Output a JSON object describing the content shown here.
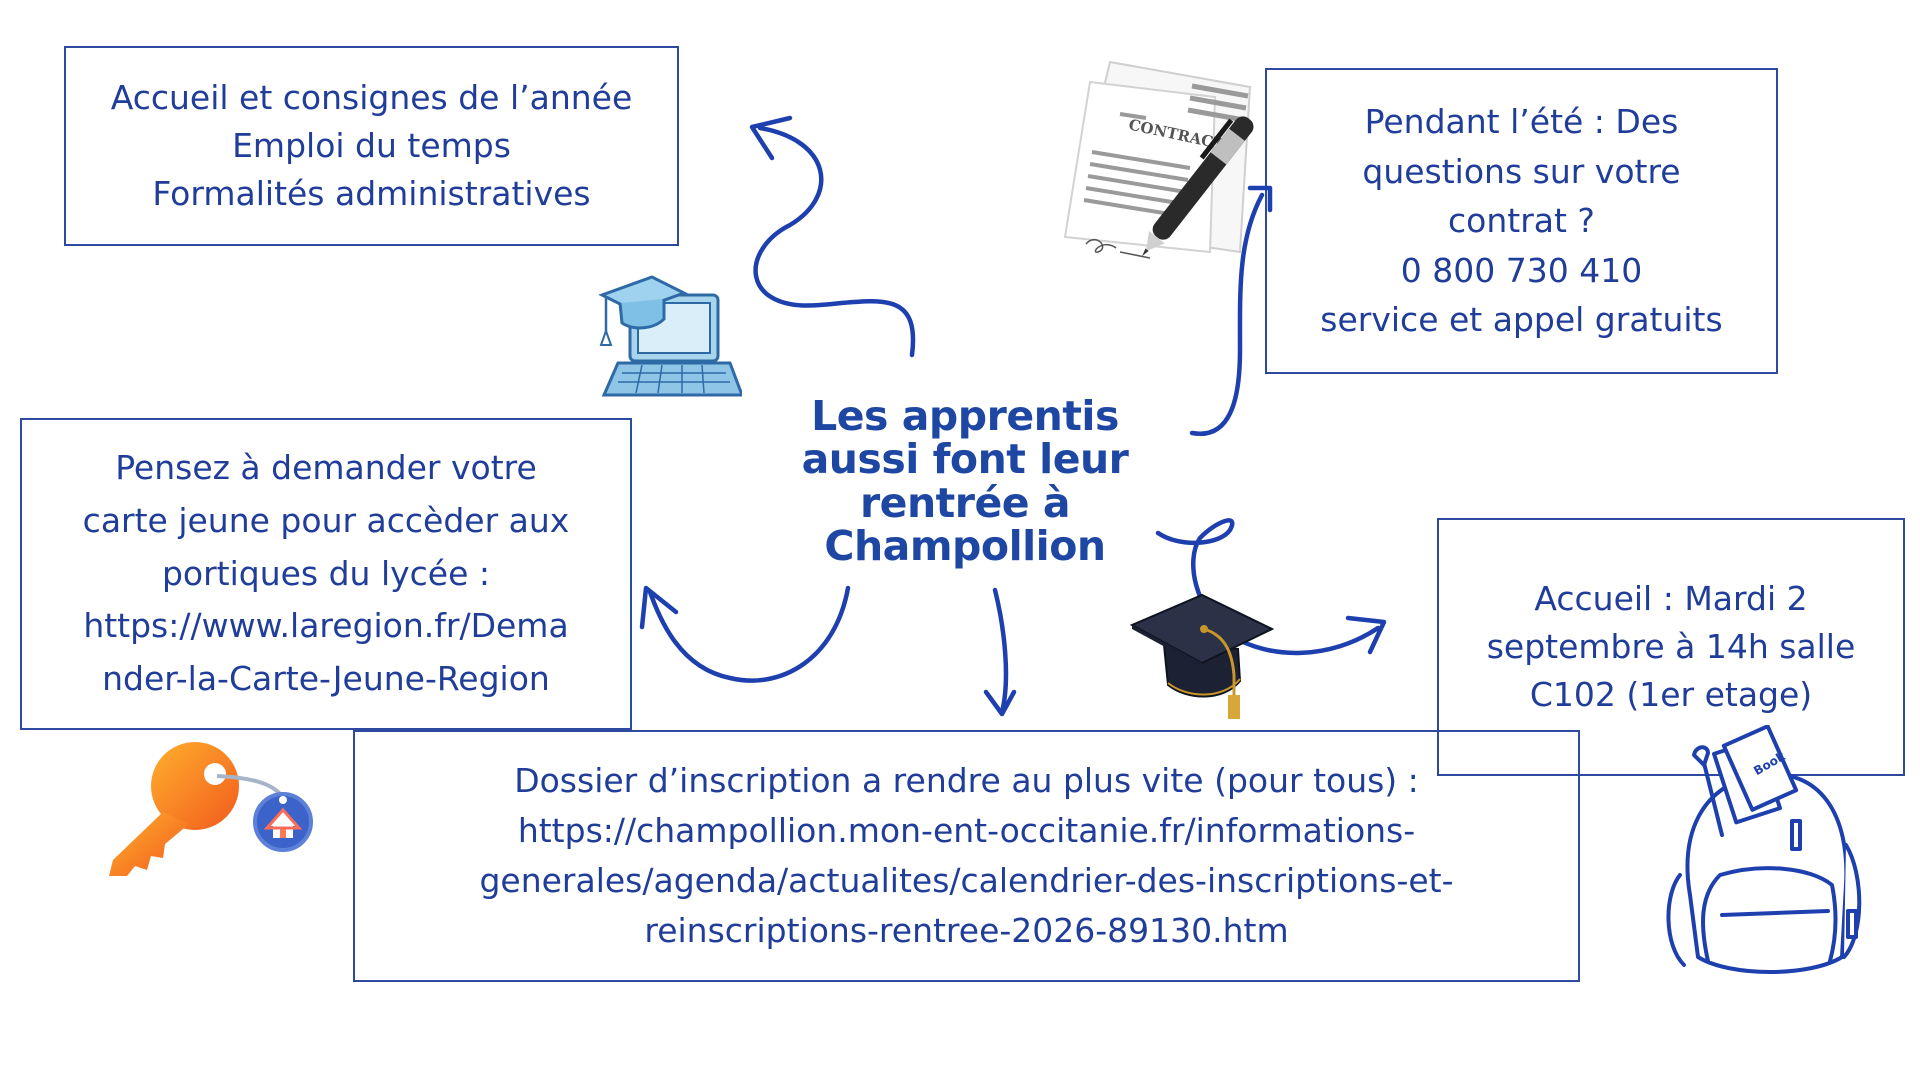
{
  "title": {
    "lines": [
      "Les apprentis",
      "aussi font leur",
      "rentrée à",
      "Champollion"
    ]
  },
  "box_top_left": {
    "lines": [
      "Accueil et consignes de l’année",
      "Emploi du temps",
      "Formalités administratives"
    ]
  },
  "box_top_right": {
    "lines": [
      "Pendant l’été : Des",
      "questions sur votre",
      "contrat ?",
      "0 800 730 410",
      "service et appel gratuits"
    ]
  },
  "box_left": {
    "lines": [
      "Pensez à demander votre",
      "carte jeune pour accèder aux",
      "portiques du lycée :",
      "https://www.laregion.fr/Dema",
      "nder-la-Carte-Jeune-Region"
    ]
  },
  "box_right": {
    "lines": [
      "Accueil : Mardi 2",
      "septembre à 14h salle",
      "C102 (1er etage)"
    ]
  },
  "box_bottom": {
    "lines": [
      "Dossier d’inscription  a rendre au plus vite (pour tous) :",
      "https://champollion.mon-ent-occitanie.fr/informations-",
      "generales/agenda/actualites/calendrier-des-inscriptions-et-",
      "reinscriptions-rentree-2026-89130.htm"
    ]
  },
  "contract_label": "CONTRACT",
  "book_label": "Book",
  "colors": {
    "text": "#1f3d99",
    "border": "#2e4aa0",
    "arrow": "#1e40af",
    "title": "#1e47a3"
  }
}
